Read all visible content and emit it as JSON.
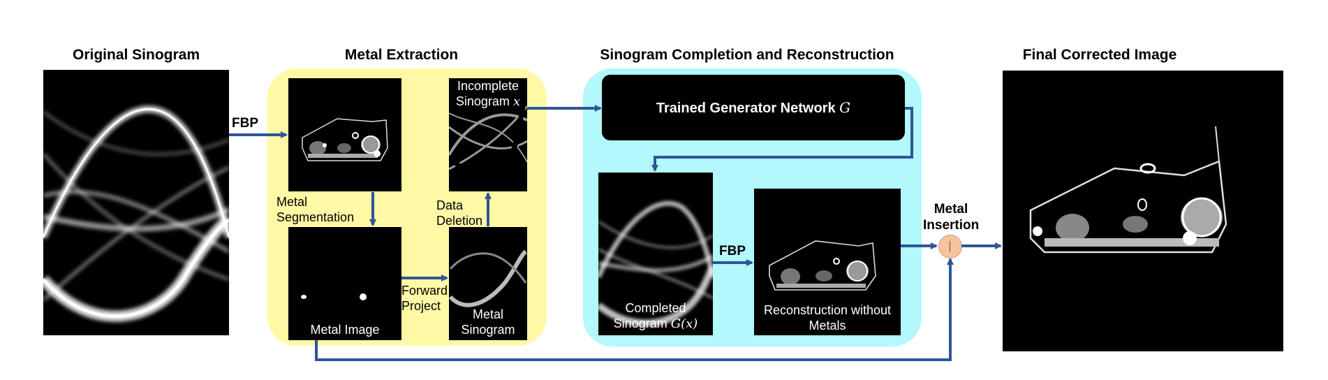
{
  "titles": {
    "original": "Original Sinogram",
    "metal_extraction": "Metal Extraction",
    "completion": "Sinogram Completion and Reconstruction",
    "final": "Final Corrected Image"
  },
  "labels": {
    "fbp_1": "FBP",
    "fbp_2": "FBP",
    "metal_segmentation_1": "Metal",
    "metal_segmentation_2": "Segmentation",
    "data_deletion_1": "Data",
    "data_deletion_2": "Deletion",
    "forward_project_1": "Forward",
    "forward_project_2": "Project",
    "incomplete_1": "Incomplete",
    "incomplete_2": "Sinogram",
    "incomplete_var": "x",
    "metal_image": "Metal Image",
    "metal_sinogram_1": "Metal",
    "metal_sinogram_2": "Sinogram",
    "generator_text": "Trained Generator Network",
    "generator_var": "G",
    "completed_1": "Completed",
    "completed_2": "Sinogram",
    "completed_var": "G(x)",
    "recon_1": "Reconstruction without",
    "recon_2": "Metals",
    "metal_insertion_1": "Metal",
    "metal_insertion_2": "Insertion"
  },
  "colors": {
    "arrow": "#2f5597",
    "yellow_panel": "#fff9a6",
    "cyan_panel": "#b2f8fc",
    "junction": "#f6c49b"
  }
}
